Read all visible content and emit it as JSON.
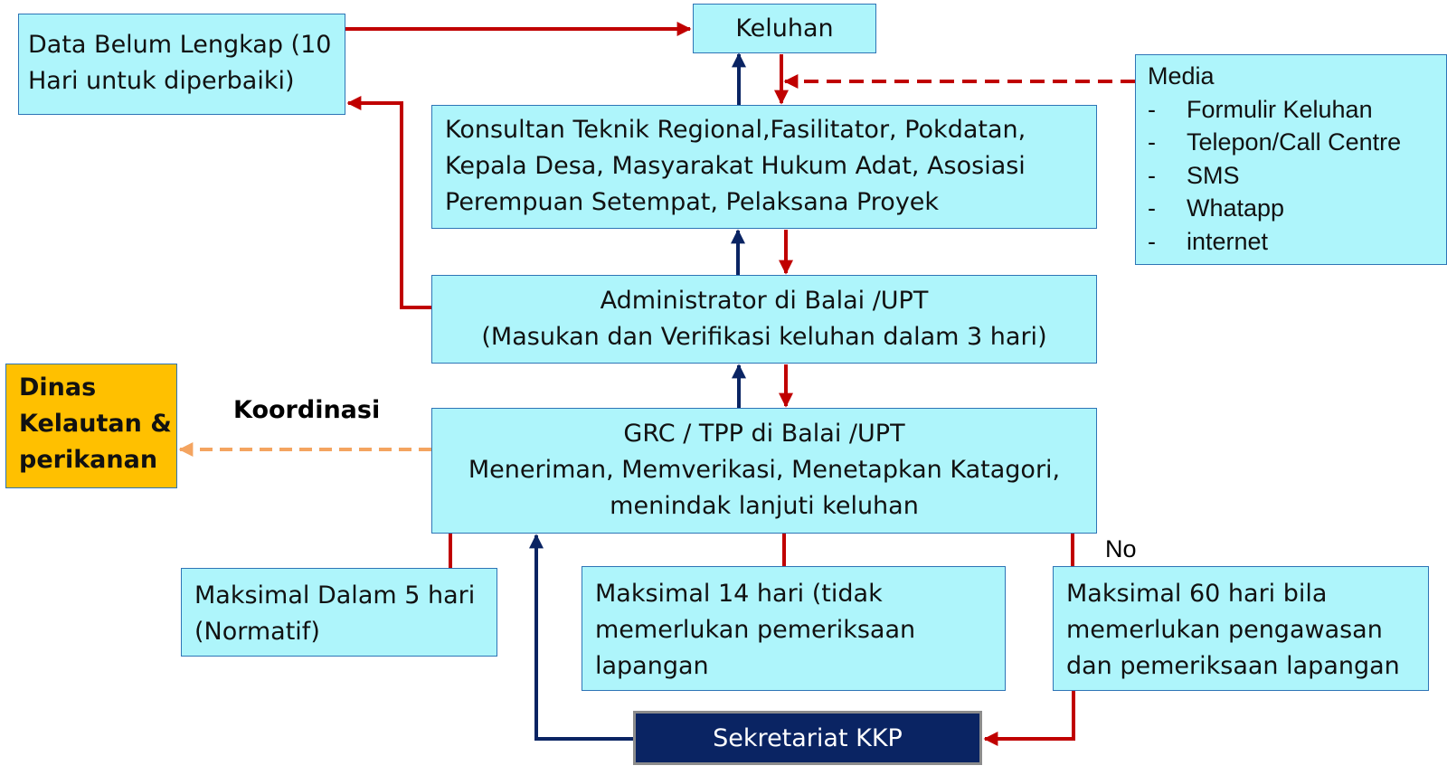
{
  "boxes": {
    "data_belum_lengkap": [
      "Data Belum Lengkap (10",
      "Hari untuk diperbaiki)"
    ],
    "keluhan": [
      "Keluhan"
    ],
    "konsultan": [
      "Konsultan Teknik Regional,Fasilitator, Pokdatan,",
      "Kepala Desa, Masyarakat Hukum Adat, Asosiasi",
      "Perempuan Setempat, Pelaksana Proyek"
    ],
    "media": {
      "title": "Media",
      "items": [
        "Formulir Keluhan",
        "Telepon/Call Centre",
        "SMS",
        "Whatapp",
        "internet"
      ]
    },
    "administrator": [
      "Administrator di Balai /UPT",
      "(Masukan dan Verifikasi keluhan dalam 3 hari)"
    ],
    "grc": [
      "GRC / TPP di Balai /UPT",
      "Meneriman, Memverikasi, Menetapkan Katagori,",
      "menindak lanjuti  keluhan"
    ],
    "dinas": [
      "Dinas",
      "Kelautan &",
      "perikanan"
    ],
    "maksimal_5": [
      "Maksimal Dalam 5 hari",
      "(Normatif)"
    ],
    "maksimal_14": [
      "Maksimal  14 hari (tidak",
      "memerlukan pemeriksaan",
      "lapangan"
    ],
    "maksimal_60": [
      "Maksimal 60 hari bila",
      "memerlukan pengawasan",
      "dan pemeriksaan lapangan"
    ],
    "sekretariat": [
      "Sekretariat KKP"
    ]
  },
  "labels": {
    "koordinasi": "Koordinasi",
    "no": "No"
  },
  "colors": {
    "box_fill": "#aef5fb",
    "box_border": "#2e75b6",
    "red_arrow": "#c00000",
    "navy_arrow": "#0a2463",
    "orange_arrow": "#f4a460",
    "dinas_fill": "#ffc000",
    "sekretariat_fill": "#0a2463"
  }
}
